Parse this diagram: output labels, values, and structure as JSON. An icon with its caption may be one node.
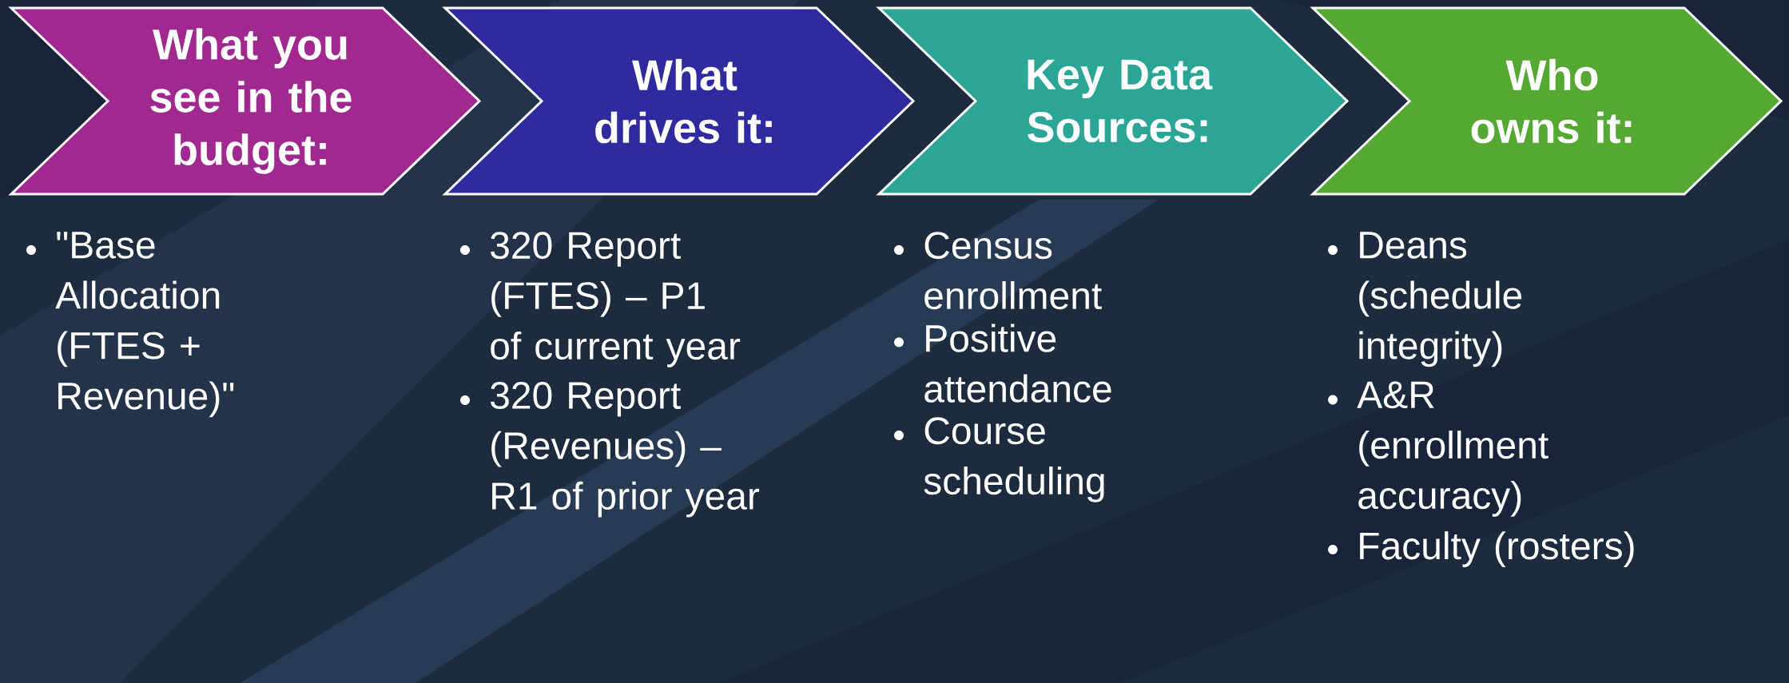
{
  "diagram": {
    "nodes": [
      {
        "text": [
          "What you see in the budget:"
        ],
        "beside": [
          "\"Base Allocation (FTES + Revenue)\""
        ]
      },
      {
        "text": [
          "What drives it:"
        ],
        "beside": [
          "320 Report (FTES) – P1 of current year",
          "320 Report (Revenues) – R1 of prior year"
        ]
      },
      {
        "text": [
          "Key Data Sources:"
        ],
        "beside": [
          "Census enrollment",
          "Positive attendance",
          "Course scheduling"
        ]
      },
      {
        "text": [
          "Who owns it:"
        ],
        "beside": [
          "Deans (schedule integrity)",
          "A&R (enrollment accuracy)",
          "Faculty (rosters)"
        ]
      }
    ]
  }
}
